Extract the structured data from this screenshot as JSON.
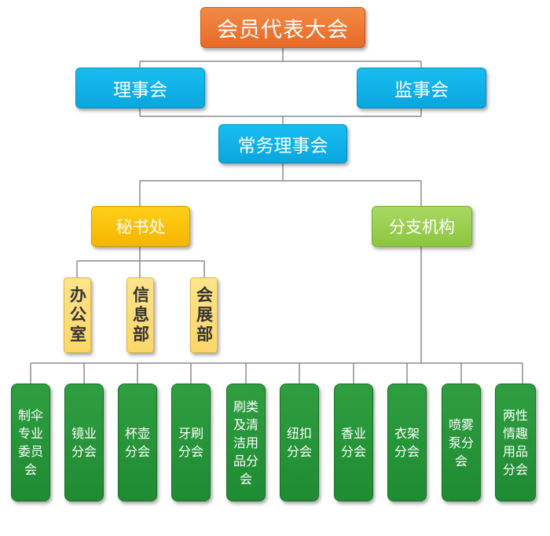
{
  "org": {
    "top": "会员代表大会",
    "board": "理事会",
    "supervisory": "监事会",
    "standing": "常务理事会",
    "secretariat": "秘书处",
    "branches_root": "分支机构",
    "offices": [
      "办公室",
      "信息部",
      "会展部"
    ],
    "branches": [
      "制伞专业委员会",
      "镜业分会",
      "杯壶分会",
      "牙刷分会",
      "刷类及清洁用品分会",
      "纽扣分会",
      "香业分会",
      "衣架分会",
      "喷雾泵分会",
      "两性情趣用品分会"
    ]
  },
  "colors": {
    "top": "#e8702c",
    "blue": "#0fb0e6",
    "secretariat": "#f7b900",
    "branches_root": "#8cc63f",
    "offices": "#fbd66a",
    "branches": "#22903a",
    "connector": "#8c8c8c"
  }
}
